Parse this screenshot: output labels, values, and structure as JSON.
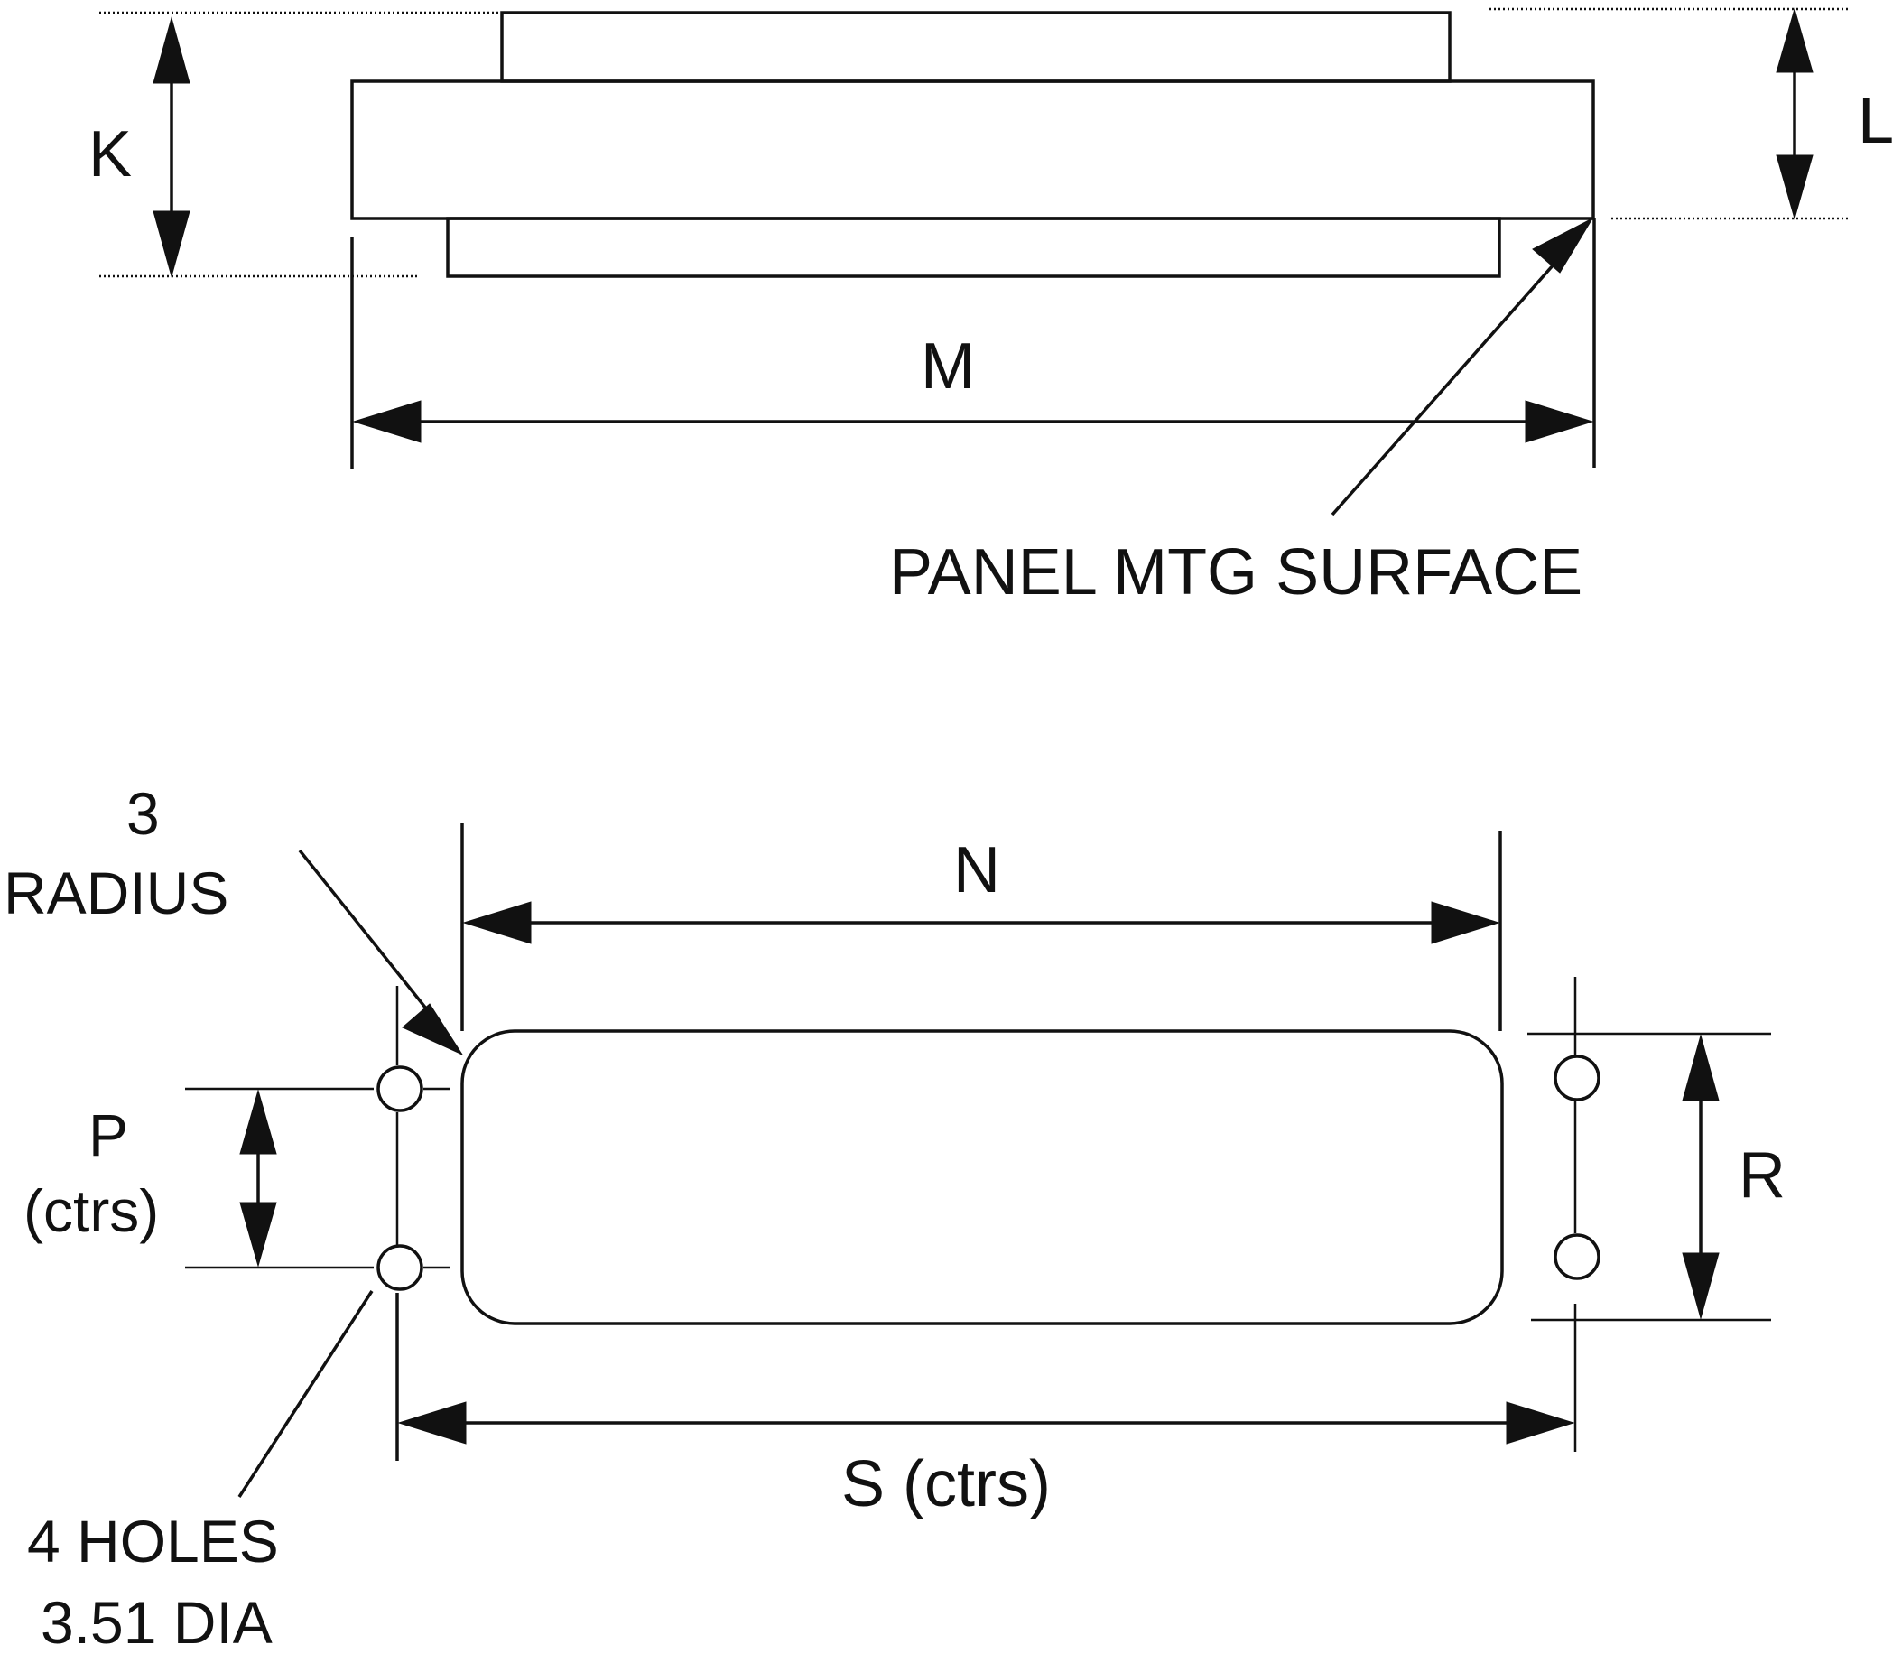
{
  "side_view": {
    "dim_k": "K",
    "dim_l": "L",
    "dim_m": "M",
    "panel_surface_label": "PANEL MTG SURFACE"
  },
  "panel_cutout": {
    "dim_n": "N",
    "radius_value": "3",
    "radius_word": "RADIUS",
    "dim_p": "P",
    "dim_p_note": "(ctrs)",
    "dim_r": "R",
    "dim_s": "S (ctrs)",
    "holes_line1": "4 HOLES",
    "holes_line2": "3.51 DIA"
  },
  "colors": {
    "ink": "#111111",
    "paper": "#ffffff"
  }
}
